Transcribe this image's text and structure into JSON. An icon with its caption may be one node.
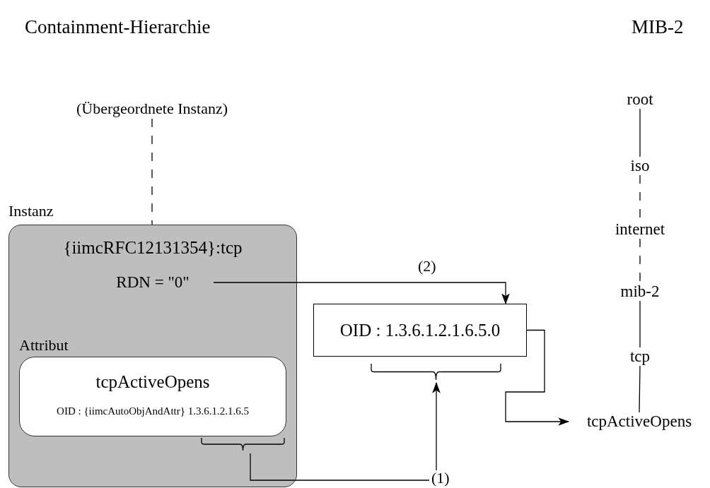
{
  "diagram": {
    "nodes": [
      {
        "text": [
          "(Übergeordnete Instanz)"
        ]
      },
      {
        "text": [
          "Instanz",
          "{iimcRFC12131354}:tcp"
        ]
      },
      {
        "text": [
          "RDN = \"0\""
        ],
        "in": 1
      },
      {
        "text": [
          "Attribut",
          "tcpActiveOpens",
          "OID : {iimcAutoObjAndAttr} 1.3.6.1.2.1.6.5"
        ],
        "in": 1
      },
      {
        "text": [
          "OID : 1.3.6.1.2.1.6.5.0"
        ]
      },
      {
        "text": [
          "root"
        ]
      },
      {
        "text": [
          "iso"
        ]
      },
      {
        "text": [
          "internet"
        ]
      },
      {
        "text": [
          "mib-2"
        ]
      },
      {
        "text": [
          "tcp"
        ]
      },
      {
        "text": [
          "tcpActiveOpens"
        ]
      }
    ],
    "edges": [
      {
        "from": 0,
        "to": 1,
        "arrow": "none",
        "style": "dashed"
      },
      {
        "from": 2,
        "to": 4,
        "arrow": "to",
        "label": "(2)"
      },
      {
        "from": 3,
        "to": 4,
        "arrow": "to",
        "label": "(1)"
      },
      {
        "from": 4,
        "to": 10,
        "arrow": "to"
      },
      {
        "from": 5,
        "to": 6,
        "arrow": "none"
      },
      {
        "from": 6,
        "to": 7,
        "arrow": "none",
        "style": "dashed"
      },
      {
        "from": 7,
        "to": 8,
        "arrow": "none",
        "style": "dashed"
      },
      {
        "from": 8,
        "to": 9,
        "arrow": "none"
      },
      {
        "from": 9,
        "to": 10,
        "arrow": "none"
      }
    ],
    "labels": [
      "Containment-Hierarchie",
      "MIB-2"
    ]
  }
}
